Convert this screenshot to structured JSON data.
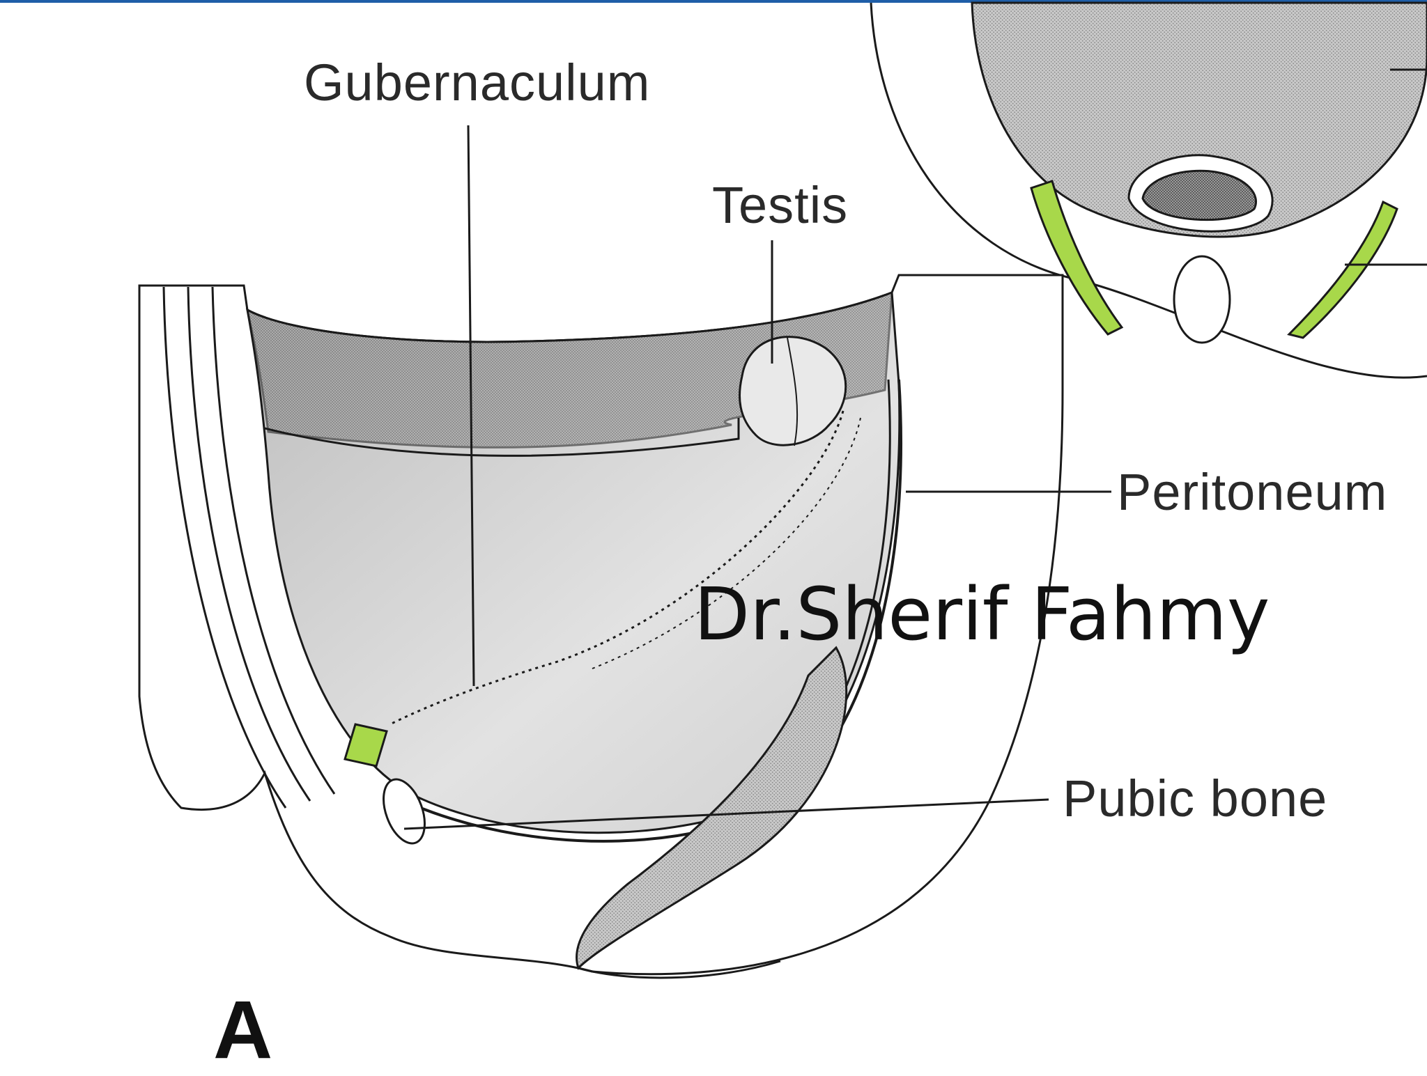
{
  "labels": {
    "gubernaculum": "Gubernaculum",
    "testis": "Testis",
    "peritoneum": "Peritoneum",
    "pubic_bone": "Pubic bone"
  },
  "watermark": "Dr.Sherif Fahmy",
  "panel_letter": "A",
  "colors": {
    "accent_bar": "#1f5ea8",
    "green_highlight": "#a8d84a",
    "line": "#1a1a1a"
  }
}
